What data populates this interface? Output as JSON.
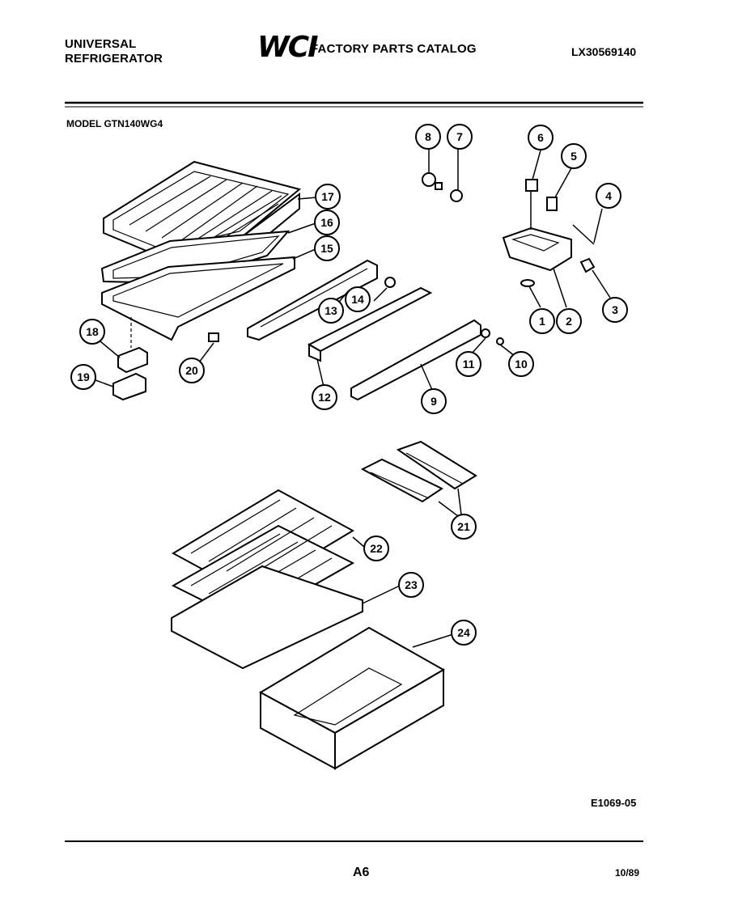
{
  "header": {
    "brand_line1": "UNIVERSAL",
    "brand_line2": "REFRIGERATOR",
    "logo": "WCI",
    "catalog_title": "FACTORY PARTS CATALOG",
    "catalog_number": "LX30569140"
  },
  "model": "MODEL GTN140WG4",
  "figure_code": "E1069-05",
  "footer": {
    "page": "A6",
    "date": "10/89"
  },
  "callouts": [
    "1",
    "2",
    "3",
    "4",
    "5",
    "6",
    "7",
    "8",
    "9",
    "10",
    "11",
    "12",
    "13",
    "14",
    "15",
    "16",
    "17",
    "18",
    "19",
    "20",
    "21",
    "22",
    "23",
    "24"
  ]
}
